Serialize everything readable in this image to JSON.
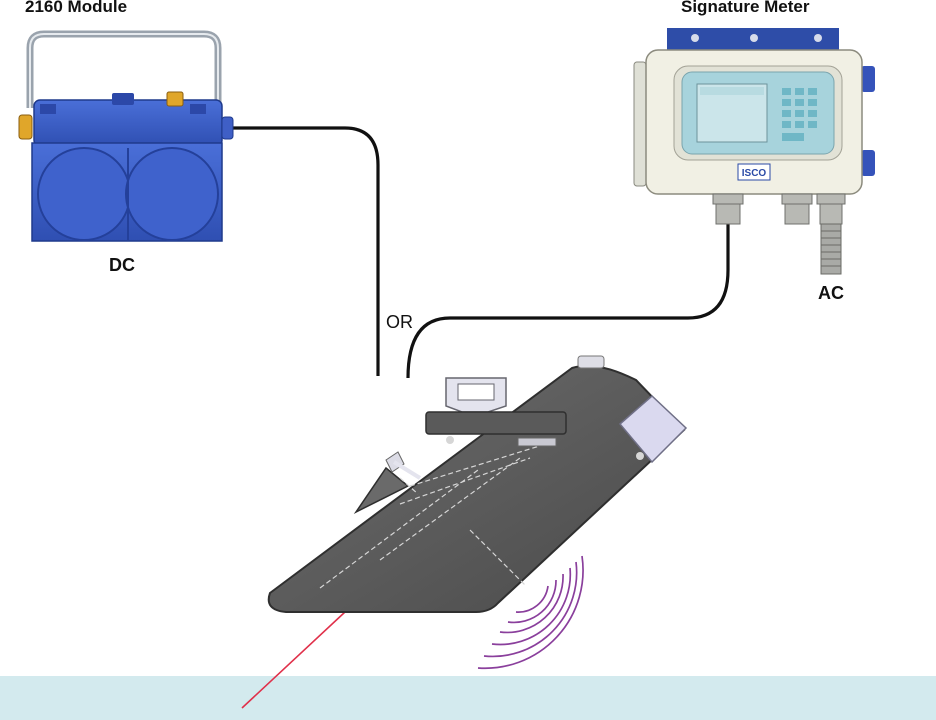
{
  "labels": {
    "module_title": "2160 Module",
    "meter_title": "Signature Meter",
    "dc": "DC",
    "or": "OR",
    "ac": "AC",
    "brand": "ISCO"
  },
  "colors": {
    "water": "#d3eaee",
    "module_blue": "#3a5cc6",
    "sensor_body": "#5d5d5d",
    "cable": "#111111",
    "laser": "#e0304a",
    "sonar_waves": "#8a3f9c",
    "meter_case": "#f1f0e4",
    "meter_screen": "#a7d3dc"
  },
  "icons": [
    "battery-module-icon",
    "signature-meter-icon",
    "flow-sensor-icon",
    "laser-beam-icon",
    "sonar-waves-icon"
  ]
}
